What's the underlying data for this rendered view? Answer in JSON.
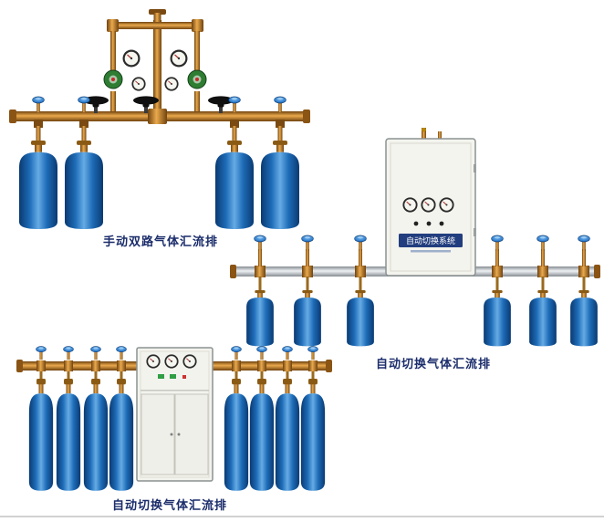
{
  "figures": [
    {
      "name": "manual-dual-line-gas-manifold",
      "caption": "手动双路气体汇流排",
      "cylinder_count": 4
    },
    {
      "name": "auto-switch-gas-manifold-wall-unit",
      "caption": "自动切换气体汇流排",
      "cabinet_label": "自动切换系统",
      "cylinder_count": 6
    },
    {
      "name": "auto-switch-gas-manifold-floor-cabinet",
      "caption": "自动切换气体汇流排",
      "cylinder_count": 8
    }
  ],
  "colors": {
    "cylinder_blue": "#1e6cb8",
    "pipe_copper": "#c88a2e",
    "pipe_silver": "#c9ced3",
    "cabinet_body": "#f3f3ee",
    "caption_text": "#1b2d6b",
    "valve_cap_blue": "#2f7fd0",
    "regulator_green": "#2e7d32"
  }
}
